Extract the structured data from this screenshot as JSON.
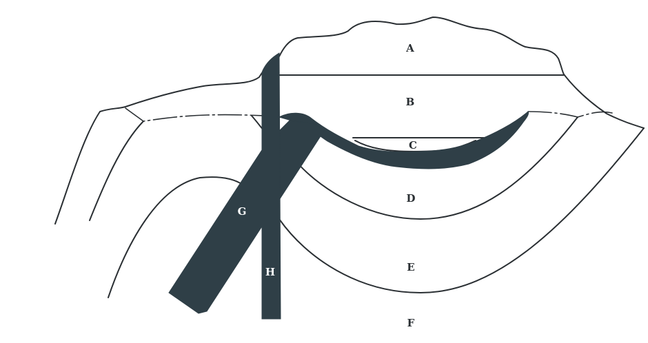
{
  "colors": {
    "line": "#2a2f33",
    "intrusion": "#2f3f47",
    "background": "#ffffff"
  },
  "labels": {
    "A": "A",
    "B": "B",
    "C": "C",
    "D": "D",
    "E": "E",
    "F": "F",
    "G": "G",
    "H": "H"
  }
}
